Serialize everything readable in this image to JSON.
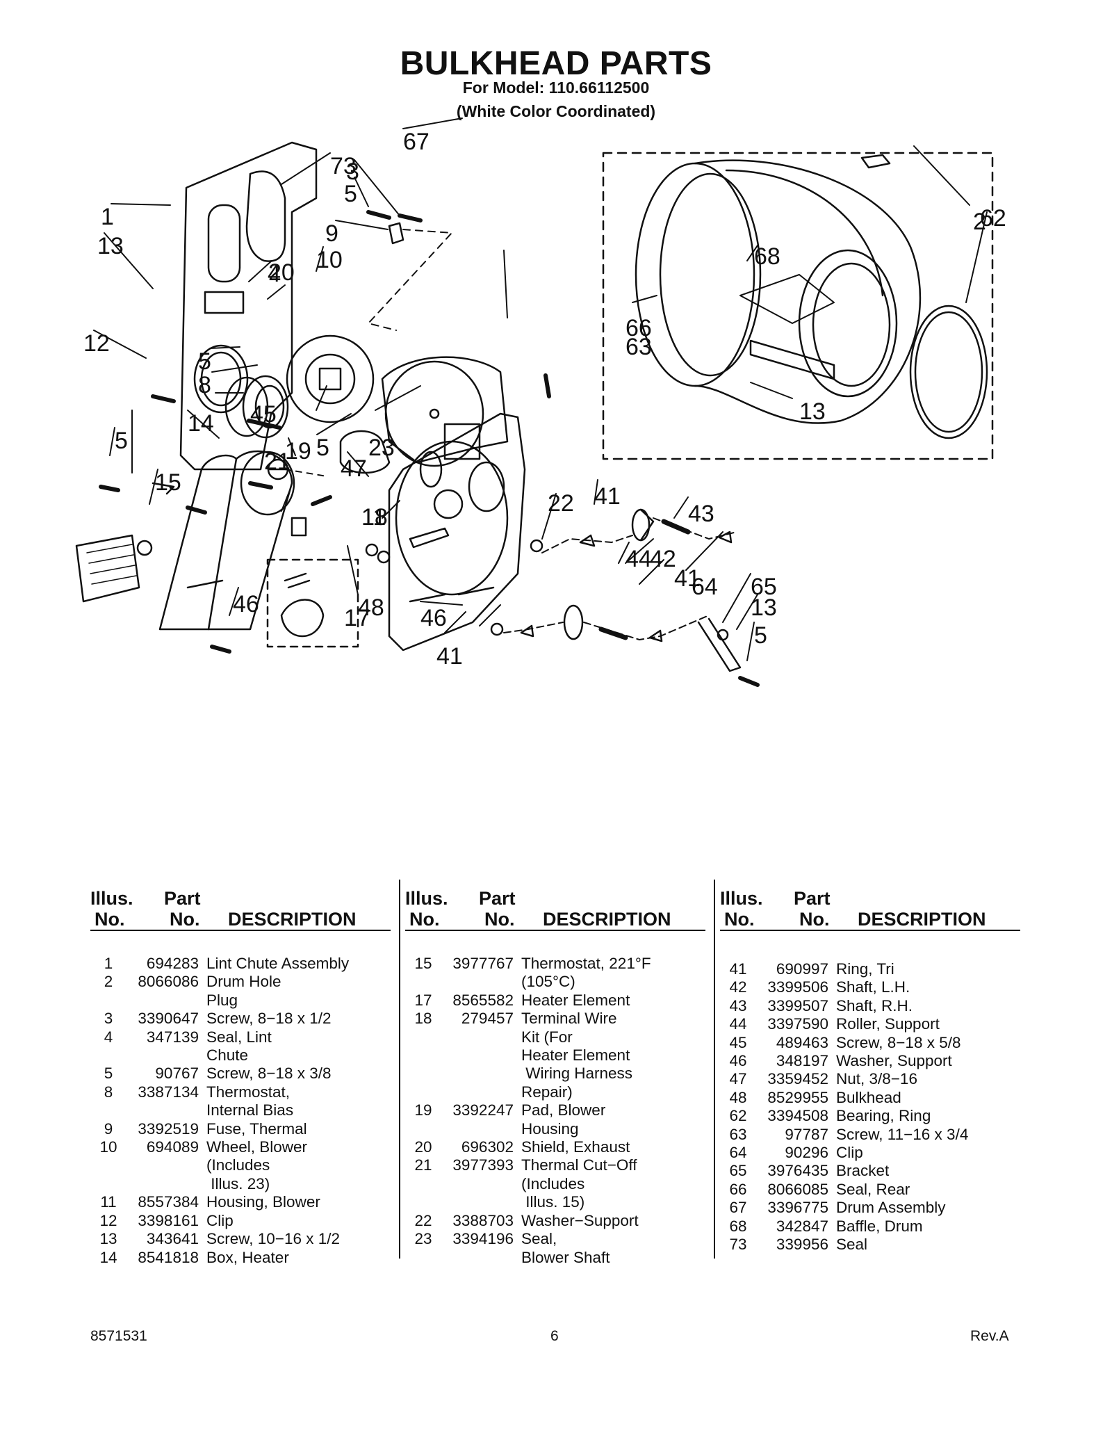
{
  "header": {
    "title": "BULKHEAD PARTS",
    "model_line": "For Model: 110.66112500",
    "color_line": "(White Color Coordinated)"
  },
  "diagram": {
    "callouts": [
      "73",
      "67",
      "2",
      "3",
      "5",
      "62",
      "1",
      "13",
      "9",
      "68",
      "4",
      "10",
      "20",
      "66",
      "63",
      "12",
      "5",
      "8",
      "45",
      "13",
      "17",
      "14",
      "11",
      "23",
      "5",
      "15",
      "5",
      "19",
      "21",
      "47",
      "18",
      "22",
      "41",
      "43",
      "44",
      "42",
      "41",
      "64",
      "65",
      "13",
      "5",
      "46",
      "48",
      "46",
      "41"
    ]
  },
  "table": {
    "headers": {
      "illus_1": "Illus.",
      "illus_2": "No.",
      "part_1": "Part",
      "part_2": "No.",
      "description": "DESCRIPTION"
    },
    "columns": [
      [
        {
          "no": "1",
          "part": "694283",
          "desc": "Lint Chute Assembly"
        },
        {
          "no": "2",
          "part": "8066086",
          "desc": "Drum Hole"
        },
        {
          "no": "",
          "part": "",
          "desc": "Plug"
        },
        {
          "no": "3",
          "part": "3390647",
          "desc": "Screw, 8−18 x 1/2"
        },
        {
          "no": "4",
          "part": "347139",
          "desc": "Seal, Lint"
        },
        {
          "no": "",
          "part": "",
          "desc": "Chute"
        },
        {
          "no": "5",
          "part": "90767",
          "desc": "Screw, 8−18 x 3/8"
        },
        {
          "no": "8",
          "part": "3387134",
          "desc": "Thermostat,"
        },
        {
          "no": "",
          "part": "",
          "desc": "Internal Bias"
        },
        {
          "no": "9",
          "part": "3392519",
          "desc": "Fuse, Thermal"
        },
        {
          "no": "10",
          "part": "694089",
          "desc": "Wheel, Blower"
        },
        {
          "no": "",
          "part": "",
          "desc": "(Includes"
        },
        {
          "no": "",
          "part": "",
          "desc": " Illus. 23)"
        },
        {
          "no": "11",
          "part": "8557384",
          "desc": "Housing, Blower"
        },
        {
          "no": "12",
          "part": "3398161",
          "desc": "Clip"
        },
        {
          "no": "13",
          "part": "343641",
          "desc": "Screw, 10−16 x 1/2"
        },
        {
          "no": "14",
          "part": "8541818",
          "desc": "Box, Heater"
        }
      ],
      [
        {
          "no": "15",
          "part": "3977767",
          "desc": "Thermostat, 221°F"
        },
        {
          "no": "",
          "part": "",
          "desc": "(105°C)"
        },
        {
          "no": "17",
          "part": "8565582",
          "desc": "Heater Element"
        },
        {
          "no": "18",
          "part": "279457",
          "desc": "Terminal Wire"
        },
        {
          "no": "",
          "part": "",
          "desc": "Kit (For"
        },
        {
          "no": "",
          "part": "",
          "desc": "Heater Element"
        },
        {
          "no": "",
          "part": "",
          "desc": " Wiring Harness"
        },
        {
          "no": "",
          "part": "",
          "desc": "Repair)"
        },
        {
          "no": "19",
          "part": "3392247",
          "desc": "Pad, Blower"
        },
        {
          "no": "",
          "part": "",
          "desc": "Housing"
        },
        {
          "no": "20",
          "part": "696302",
          "desc": "Shield, Exhaust"
        },
        {
          "no": "21",
          "part": "3977393",
          "desc": "Thermal Cut−Off"
        },
        {
          "no": "",
          "part": "",
          "desc": "(Includes"
        },
        {
          "no": "",
          "part": "",
          "desc": " Illus. 15)"
        },
        {
          "no": "22",
          "part": "3388703",
          "desc": "Washer−Support"
        },
        {
          "no": "23",
          "part": "3394196",
          "desc": "Seal,"
        },
        {
          "no": "",
          "part": "",
          "desc": "Blower Shaft"
        }
      ],
      [
        {
          "no": "41",
          "part": "690997",
          "desc": "Ring, Tri"
        },
        {
          "no": "42",
          "part": "3399506",
          "desc": "Shaft, L.H."
        },
        {
          "no": "43",
          "part": "3399507",
          "desc": "Shaft, R.H."
        },
        {
          "no": "44",
          "part": "3397590",
          "desc": "Roller, Support"
        },
        {
          "no": "45",
          "part": "489463",
          "desc": "Screw, 8−18 x 5/8"
        },
        {
          "no": "46",
          "part": "348197",
          "desc": "Washer, Support"
        },
        {
          "no": "47",
          "part": "3359452",
          "desc": "Nut, 3/8−16"
        },
        {
          "no": "48",
          "part": "8529955",
          "desc": "Bulkhead"
        },
        {
          "no": "62",
          "part": "3394508",
          "desc": "Bearing, Ring"
        },
        {
          "no": "63",
          "part": "97787",
          "desc": "Screw, 11−16 x 3/4"
        },
        {
          "no": "64",
          "part": "90296",
          "desc": "Clip"
        },
        {
          "no": "65",
          "part": "3976435",
          "desc": "Bracket"
        },
        {
          "no": "66",
          "part": "8066085",
          "desc": "Seal, Rear"
        },
        {
          "no": "67",
          "part": "3396775",
          "desc": "Drum Assembly"
        },
        {
          "no": "68",
          "part": "342847",
          "desc": "Baffle, Drum"
        },
        {
          "no": "73",
          "part": "339956",
          "desc": "Seal"
        }
      ]
    ]
  },
  "footer": {
    "doc_number": "8571531",
    "page": "6",
    "revision": "Rev.A"
  }
}
